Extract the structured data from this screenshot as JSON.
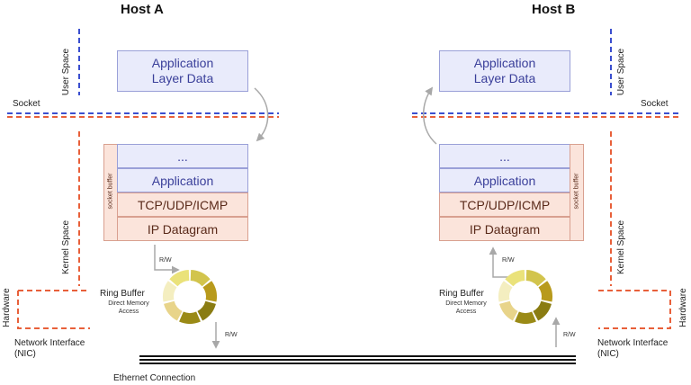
{
  "host_a": {
    "title": "Host A",
    "app_layer": [
      "Application",
      "Layer Data"
    ],
    "stack": [
      "...",
      "Application",
      "TCP/UDP/ICMP",
      "IP Datagram"
    ],
    "socket_buffer": "socket buffer",
    "ring_buffer": "Ring Buffer",
    "dma": [
      "Direct Memory",
      "Access"
    ],
    "rw_top": "R/W",
    "rw_bottom": "R/W",
    "nic": [
      "Network Interface",
      "(NIC)"
    ]
  },
  "host_b": {
    "title": "Host B",
    "app_layer": [
      "Application",
      "Layer Data"
    ],
    "stack": [
      "...",
      "Application",
      "TCP/UDP/ICMP",
      "IP Datagram"
    ],
    "socket_buffer": "socket buffer",
    "ring_buffer": "Ring Buffer",
    "dma": [
      "Direct Memory",
      "Access"
    ],
    "rw_top": "R/W",
    "rw_bottom": "R/W",
    "nic": [
      "Network Interface",
      "(NIC)"
    ]
  },
  "labels": {
    "user_space": "User Space",
    "kernel_space": "Kernel Space",
    "hardware": "Hardware",
    "socket": "Socket",
    "ethernet": "Ethernet Connection"
  },
  "colors": {
    "user_line": "#3b4fcf",
    "kernel_line": "#e8603a",
    "socket_blue": "#3b4fcf",
    "socket_red": "#e8603a",
    "arrow": "#a8a8a8",
    "ring": [
      "#d2c44d",
      "#b89a1c",
      "#8a7c12",
      "#9a8a16",
      "#e8d48a",
      "#f4eec0",
      "#eae27a"
    ]
  }
}
